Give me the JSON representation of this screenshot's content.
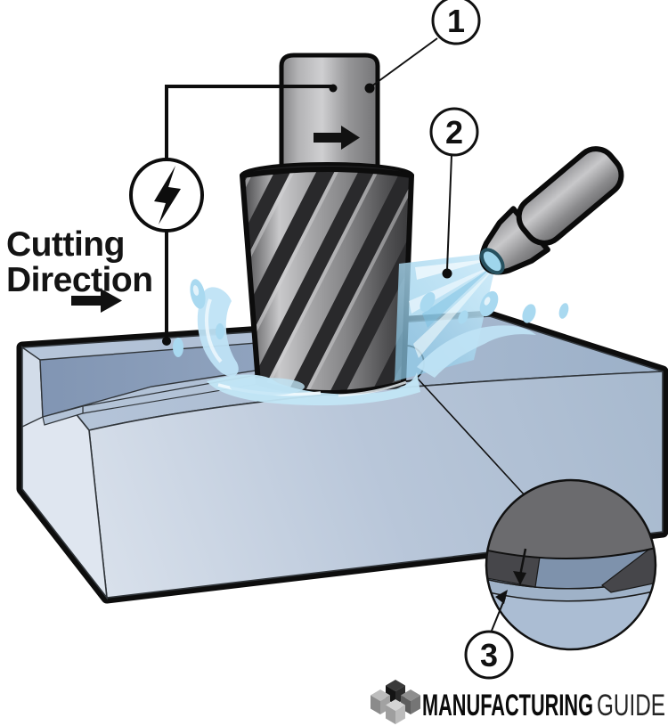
{
  "diagram": {
    "cutting_direction_label": {
      "line1": "Cutting",
      "line2": "Direction"
    },
    "callouts": [
      {
        "number": "1"
      },
      {
        "number": "2"
      },
      {
        "number": "3"
      }
    ]
  },
  "logo": {
    "name_bold": "MANUFACTURING",
    "name_light": "GUIDE"
  },
  "colors": {
    "outline": "#0d0d0d",
    "workpiece_top": "#a9bcd2",
    "workpiece_front": "#bccadd",
    "workpiece_left": "#dfe6f0",
    "slot_wall": "#8ca0bd",
    "slot_floor": "#b3c3d7",
    "coolant_spray": "#aedcf2",
    "coolant_splash": "#bfe3f5",
    "tool_gray": "#a6a6a8",
    "flute_dark": "#2a2a2c",
    "detail_tool": "#6b6b6e",
    "detail_teeth": "#46464a",
    "detail_band": "#7e92ac"
  }
}
